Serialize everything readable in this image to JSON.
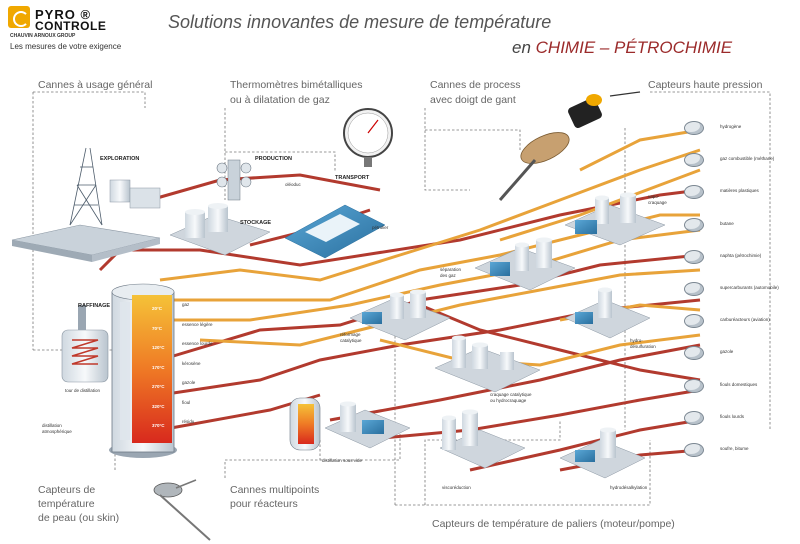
{
  "logo": {
    "line1": "PYRO ®",
    "line2": "CONTROLE",
    "group": "CHAUVIN ARNOUX GROUP",
    "tagline": "Les mesures de votre exigence"
  },
  "title": {
    "line1": "Solutions innovantes de mesure de température",
    "line2_prefix": "en",
    "line2_highlight": "CHIMIE – PÉTROCHIMIE"
  },
  "categories": {
    "general": "Cannes à usage général",
    "bimetal_l1": "Thermomètres bimétalliques",
    "bimetal_l2": "ou à dilatation de gaz",
    "process_l1": "Cannes de process",
    "process_l2": "avec doigt de gant",
    "high_pressure": "Capteurs haute pression",
    "skin_l1": "Capteurs de",
    "skin_l2": "température",
    "skin_l3": "de peau (ou skin)",
    "multipoint_l1": "Cannes multipoints",
    "multipoint_l2": "pour réacteurs",
    "bearings": "Capteurs de température de paliers (moteur/pompe)"
  },
  "units": {
    "exploration": "EXPLORATION",
    "production": "PRODUCTION",
    "stockage": "STOCKAGE",
    "transport": "TRANSPORT",
    "oleoduc": "oléoduc",
    "petrolier": "pétrolier",
    "raffinage": "RAFFINAGE",
    "tour": "tour de distillation",
    "distillation_atm_l1": "distillation",
    "distillation_atm_l2": "atmosphérique",
    "vapocraquage_l1": "vapo-",
    "vapocraquage_l2": "craquage",
    "separation_l1": "séparation",
    "separation_l2": "des gaz",
    "reformage_l1": "réformage",
    "reformage_l2": "catalytique",
    "hydrodesulf_l1": "hydro-",
    "hydrodesulf_l2": "désulfuration",
    "craquage_l1": "craquage catalytique",
    "craquage_l2": "ou hydrocraquage",
    "distillation_vide": "distillation sous vide",
    "viscoreduction": "viscoréduction",
    "hydrodesalkylation": "hydrodésalkylation"
  },
  "column_temps": [
    "20°C",
    "70°C",
    "120°C",
    "170°C",
    "270°C",
    "320°C",
    "370°C"
  ],
  "column_fractions": [
    "gaz",
    "essence légère",
    "essence lourde",
    "kérosène",
    "gazole",
    "fioul",
    "résidu"
  ],
  "products": [
    "hydrogène",
    "gaz combustible (méthane)",
    "matières plastiques",
    "butane",
    "naphta (pétrochimie)",
    "supercarburants (automobile)",
    "carburéacteurs (aviation)",
    "gazole",
    "fiouls domestiques",
    "fiouls lourds",
    "soufre, bitume"
  ],
  "colors": {
    "red_pipe": "#b23a2e",
    "orange_pipe": "#e8a33a",
    "dashed": "#777777",
    "title_highlight": "#9b2a2a"
  }
}
